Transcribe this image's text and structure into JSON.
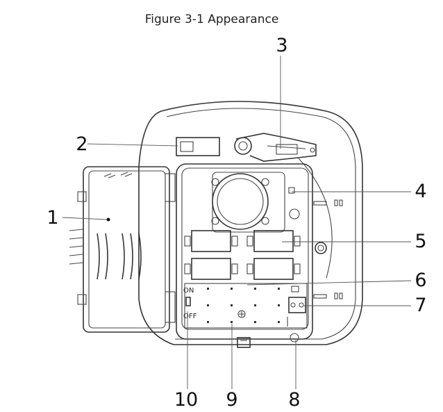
{
  "figure": {
    "caption": "Figure 3-1 Appearance",
    "switch_labels": {
      "on": "ON",
      "off": "OFF"
    },
    "callouts": [
      "1",
      "2",
      "3",
      "4",
      "5",
      "6",
      "7",
      "8",
      "9",
      "10"
    ]
  }
}
